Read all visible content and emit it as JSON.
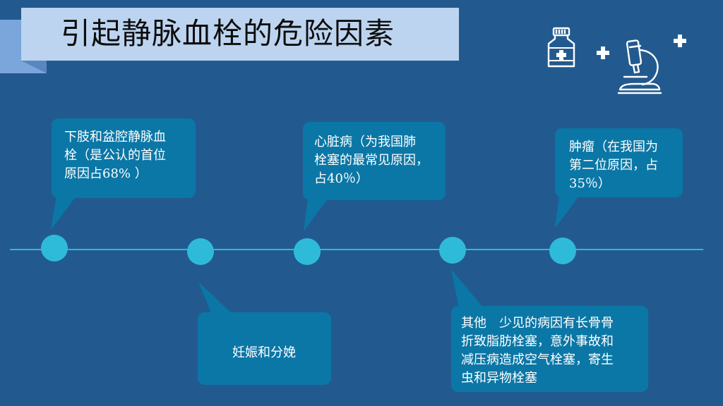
{
  "title": "引起静脉血栓的危险因素",
  "icons": [
    "medicine-bottle-icon",
    "microscope-icon",
    "plus-icon"
  ],
  "colors": {
    "background": "#225a8f",
    "title_bar": "#bcd4ef",
    "callout": "#0b77a6",
    "timeline": "#2fb8d8"
  },
  "factors": [
    {
      "lines": [
        "下肢和盆腔静脉血",
        "栓（是公认的首位",
        "原因占68% ）"
      ]
    },
    {
      "lines": [
        "妊娠和分娩"
      ]
    },
    {
      "lines": [
        "心脏病（为我国肺",
        "栓塞的最常见原因，",
        "占40％）"
      ]
    },
    {
      "lines": [
        "其他　少见的病因有长骨骨",
        "折致脂肪栓塞，意外事故和",
        "减压病造成空气栓塞，寄生",
        "虫和异物栓塞"
      ]
    },
    {
      "lines": [
        "肿瘤（在我国为",
        "第二位原因，占",
        "35％）"
      ]
    }
  ]
}
